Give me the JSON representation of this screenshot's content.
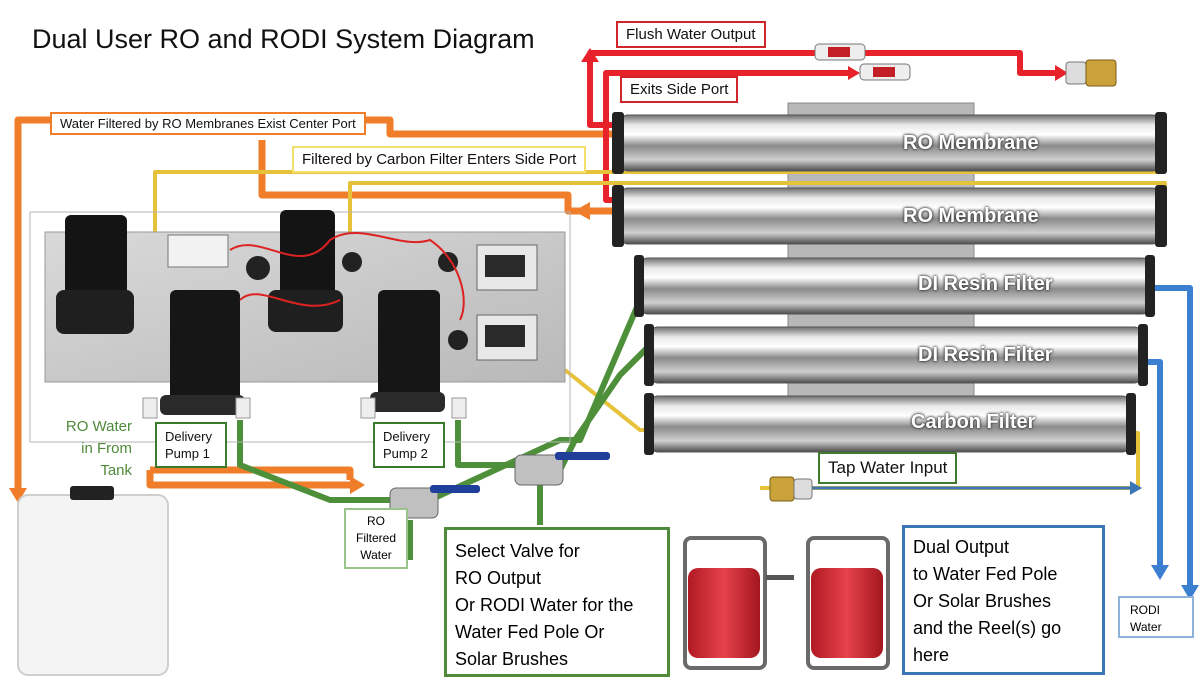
{
  "title": "Dual User RO and RODI System Diagram",
  "labels": {
    "flush_water_output": "Flush Water Output",
    "exits_side_port": "Exits Side Port",
    "water_filtered_by_ro": "Water Filtered by RO Membranes Exist Center Port",
    "filtered_by_carbon": "Filtered by Carbon Filter Enters Side Port",
    "ro_water_from_tank": "RO Water\nin From\nTank",
    "delivery_pump_1": "Delivery Pump 1",
    "delivery_pump_2": "Delivery Pump 2",
    "ro_filtered_water": "RO\nFiltered\nWater",
    "select_valve_text": "Select Valve for\nRO Output\nOr RODI Water for the\nWater Fed Pole Or\nSolar Brushes",
    "tap_water_input": "Tap Water Input",
    "dual_output_text": "Dual Output\nto Water Fed Pole\nOr Solar Brushes\nand the Reel(s) go\nhere",
    "rodi_water": "RODI\nWater"
  },
  "filters": [
    {
      "label": "RO Membrane"
    },
    {
      "label": "RO Membrane"
    },
    {
      "label": "DI Resin Filter"
    },
    {
      "label": "DI Resin Filter"
    },
    {
      "label": "Carbon Filter"
    }
  ],
  "colors": {
    "flush_line": "#e8222a",
    "ro_line": "#ef7d2a",
    "carbon_line": "#e6c23a",
    "rodi_line": "#3a7fd0",
    "ro_out_line": "#4e8f3a",
    "tap_line": "#3d76b6"
  }
}
